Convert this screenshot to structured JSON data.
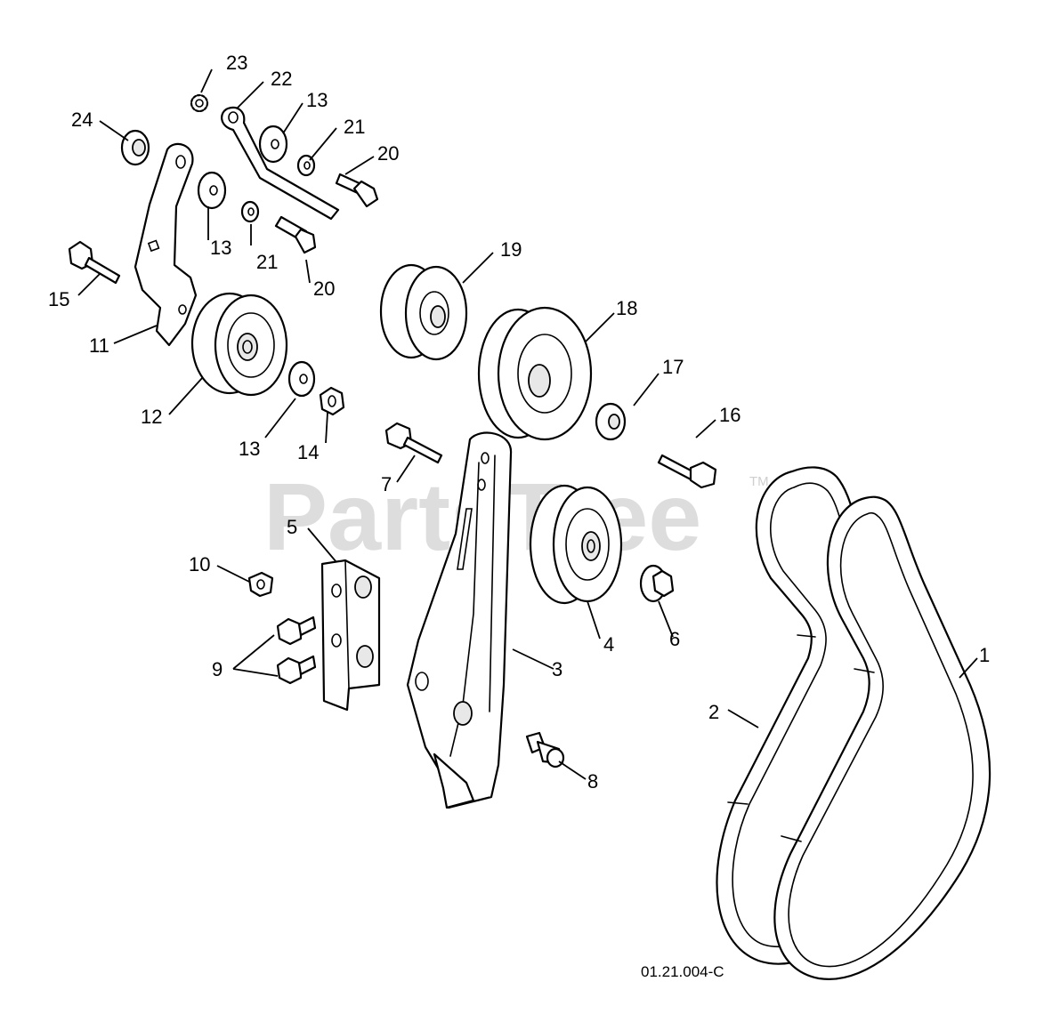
{
  "diagram": {
    "drawing_code": "01.21.004-C",
    "watermark": "PartsTree",
    "watermark_tm": "TM",
    "callouts": {
      "c1": "1",
      "c2": "2",
      "c3": "3",
      "c4": "4",
      "c5": "5",
      "c6": "6",
      "c7": "7",
      "c8": "8",
      "c9": "9",
      "c10": "10",
      "c11": "11",
      "c12": "12",
      "c13a": "13",
      "c13b": "13",
      "c13c": "13",
      "c14": "14",
      "c15": "15",
      "c16": "16",
      "c17": "17",
      "c18": "18",
      "c19": "19",
      "c20a": "20",
      "c20b": "20",
      "c21a": "21",
      "c21b": "21",
      "c22": "22",
      "c23": "23",
      "c24": "24"
    }
  }
}
